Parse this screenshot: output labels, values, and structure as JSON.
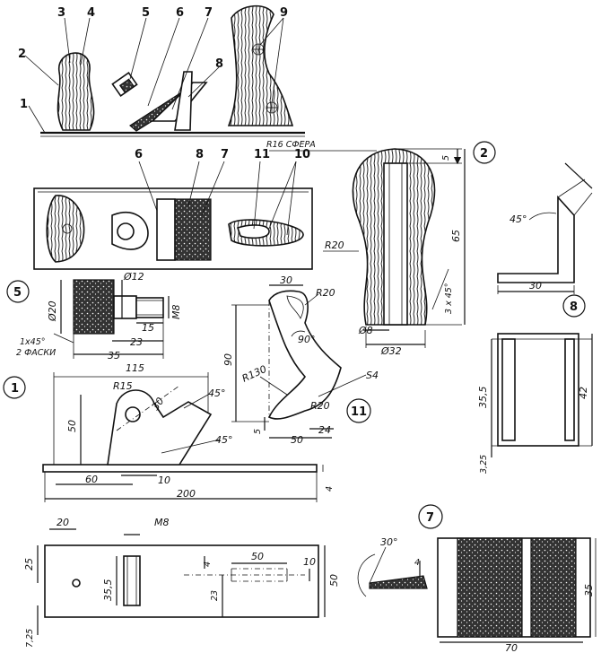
{
  "assembly": {
    "callouts": [
      "1",
      "2",
      "3",
      "4",
      "5",
      "6",
      "7",
      "8",
      "9"
    ]
  },
  "topview": {
    "callouts": [
      "6",
      "8",
      "7",
      "11",
      "10"
    ]
  },
  "part2": {
    "number": "2",
    "sphere": "R16 СФЕРА",
    "d5": "5",
    "d65": "65",
    "r20": "R20",
    "chamfer": "3 x 45°",
    "bore": "Ø8",
    "dia": "Ø32"
  },
  "part5": {
    "number": "5",
    "d12": "Ø12",
    "d20": "Ø20",
    "m8": "M8",
    "l15": "15",
    "l23": "23",
    "l35": "35",
    "chamfer1": "1x45°",
    "chamfer2": "2 ФАСКИ"
  },
  "part8": {
    "number": "8",
    "angle": "45°",
    "width": "30",
    "h42": "42",
    "h35": "35,5",
    "t325": "3,25"
  },
  "part11": {
    "number": "11",
    "w30": "30",
    "r20a": "R20",
    "ang90": "90°",
    "h90": "90",
    "r130": "R130",
    "s4": "S4",
    "r20b": "R20",
    "h5": "5",
    "w50": "50",
    "w24": "24"
  },
  "part1": {
    "number": "1",
    "l115": "115",
    "r15": "R15",
    "ang45a": "45°",
    "l30": "30",
    "h50": "50",
    "ang45b": "45°",
    "l60": "60",
    "l10": "10",
    "l200": "200",
    "t4": "4"
  },
  "base": {
    "l20": "20",
    "m8": "M8",
    "h25": "25",
    "h35": "35,5",
    "h4": "4",
    "l50": "50",
    "h10": "10",
    "h50": "50",
    "h23": "23",
    "h725": "7,25"
  },
  "part7": {
    "number": "7",
    "angle": "30°",
    "t4": "4",
    "h35": "35",
    "w70": "70"
  }
}
